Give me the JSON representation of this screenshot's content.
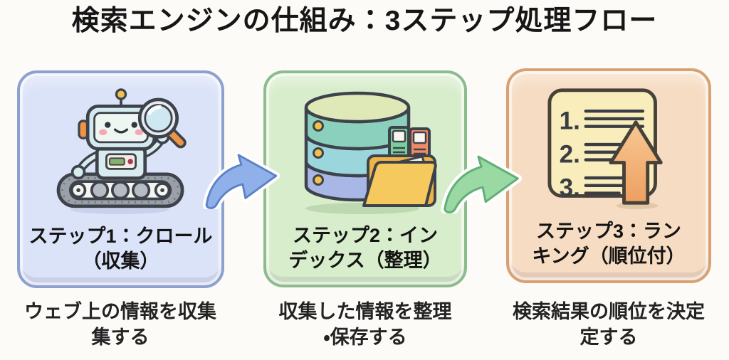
{
  "title": "検索エンジンの仕組み：3ステップ処理フロー",
  "steps": [
    {
      "id": "crawl",
      "icon": "crawler-robot-icon",
      "label_lines": [
        "ステップ1：クロール",
        "（収集）"
      ],
      "caption_lines": [
        "ウェブ上の情報を収集",
        "集する"
      ],
      "card_fill": "#dbe3f8",
      "card_border": "#8ca1d0"
    },
    {
      "id": "index",
      "icon": "database-index-icon",
      "label_lines": [
        "ステップ2：イン",
        "デックス（整理）"
      ],
      "caption_lines": [
        "収集した情報を整理",
        "・保存する"
      ],
      "card_fill": "#d8edcb",
      "card_border": "#8cbc8e"
    },
    {
      "id": "ranking",
      "icon": "ranking-list-icon",
      "label_lines": [
        "ステップ3：ラン",
        "キング（順位付）"
      ],
      "caption_lines": [
        "検索結果の順位を決定",
        "定する"
      ],
      "card_fill": "#f6dcc2",
      "card_border": "#d9a171"
    }
  ],
  "arrows": [
    {
      "name": "flow-arrow-1-2",
      "fill": "#8fb0e9",
      "stroke": "#5d82c8"
    },
    {
      "name": "flow-arrow-2-3",
      "fill": "#9bd9a4",
      "stroke": "#63b077"
    }
  ]
}
